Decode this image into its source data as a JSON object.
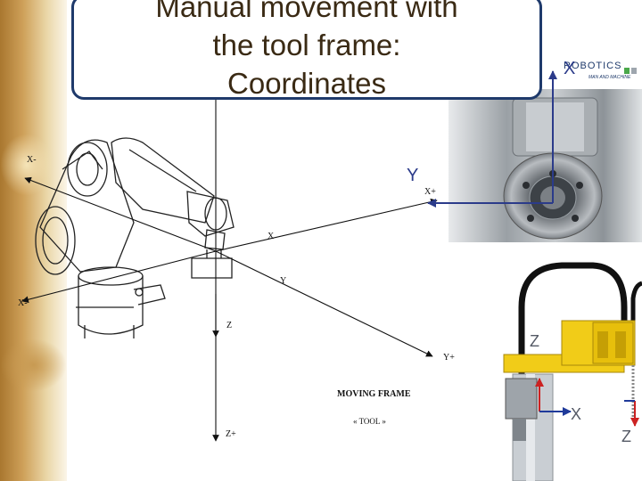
{
  "title": {
    "text": "Manual movement with\nthe tool frame:\nCoordinates"
  },
  "logo": {
    "main": "ROBOTICS",
    "sub": "MAN AND MACHINE"
  },
  "photo": {
    "x_label": "X",
    "y_label": "Y"
  },
  "drawing": {
    "axis_labels": {
      "x_minus_top": "X-",
      "x_minus_left": "X-",
      "x_mid": "X",
      "y_mid": "Y",
      "z_mid": "Z",
      "x_plus": "X+",
      "y_plus": "Y+",
      "z_plus": "Z+"
    },
    "caption": "MOVING FRAME",
    "subcaption": "« TOOL »"
  },
  "scara": {
    "z_label": "Z",
    "x_label": "X",
    "z_right_label": "Z"
  },
  "colors": {
    "title_border": "#1f3a6b",
    "photo_axis": "#2b3b8a",
    "scara_yellow": "#f1cc18",
    "scara_arrow_red": "#cc2222",
    "scara_arrow_blue": "#1f3a9a"
  }
}
